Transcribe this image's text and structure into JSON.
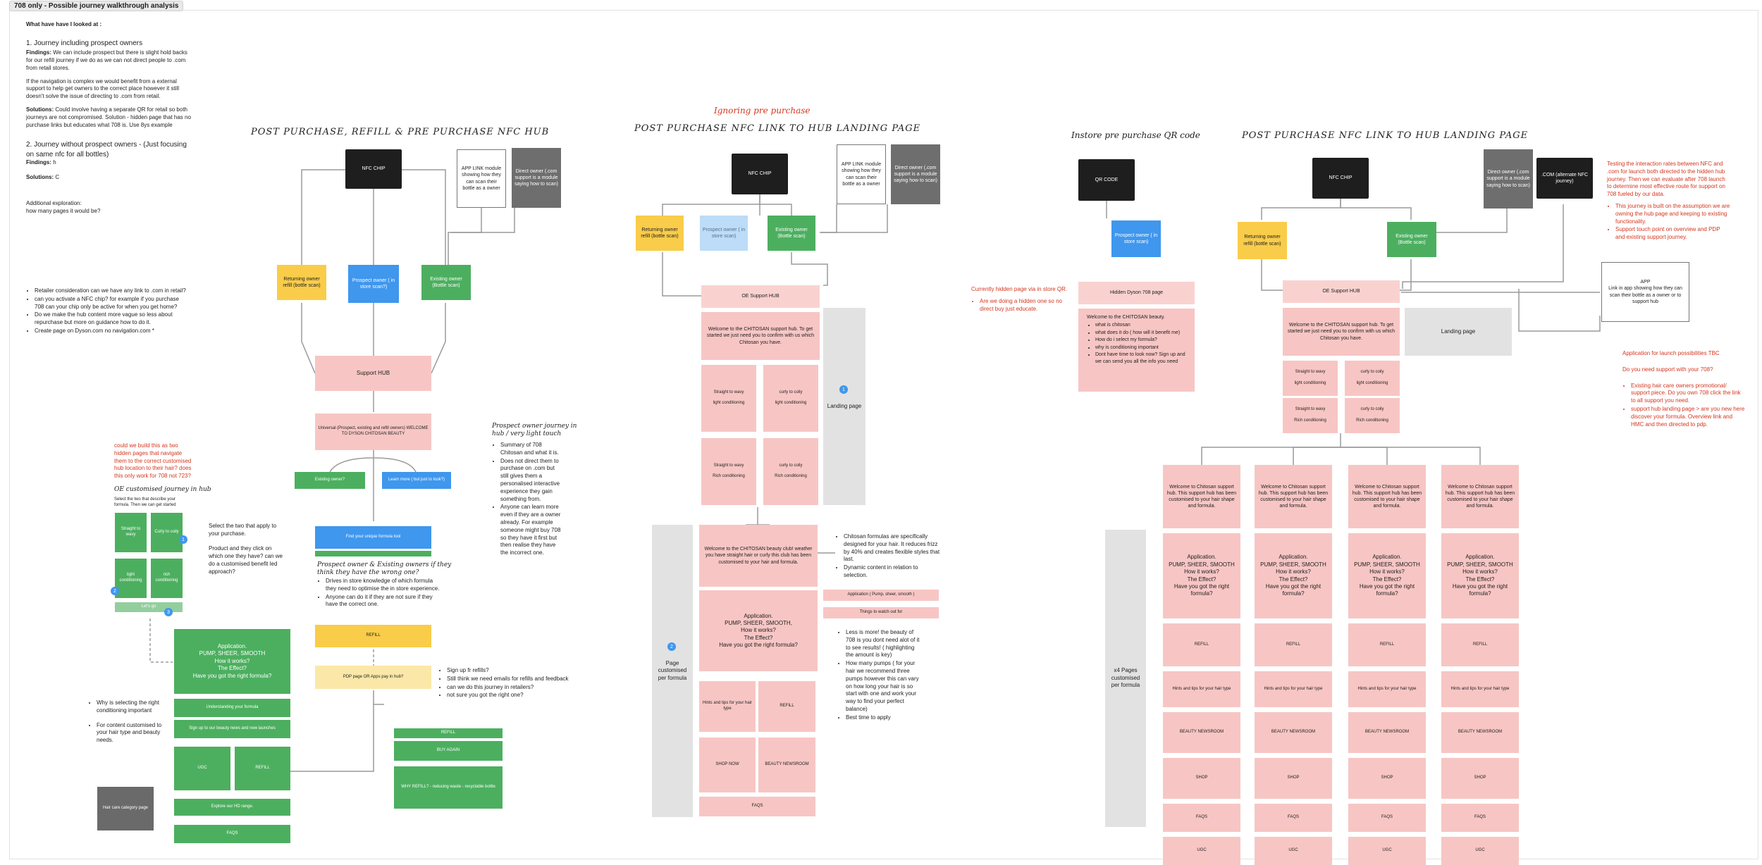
{
  "board_title": "708 only - Possible journey walkthrough analysis",
  "notes": {
    "heading": "What have have I looked at :",
    "j1_title": "1.  Journey including prospect owners",
    "j1_findings_label": "Findings:",
    "j1_findings": " We can include prospect but there is slight hold backs for our refill journey if we do as we can not direct people to .com from retail stores.",
    "j1_para2": "If the navigation is complex we would benefit from a external support to help get owners to the correct place however it still doesn't solve the issue of directing to .com from retail.",
    "j1_solutions_label": "Solutions:",
    "j1_solutions": " Could involve having a separate QR for retail so both journeys are not compromised. Solution - hidden page that has no purchase links but educates what 708 is. Use 8ys example",
    "j2_title": "2.  Journey without prospect owners - (Just focusing on same nfc for all bottles)",
    "j2_findings_label": "Findings:",
    "j2_findings": " h",
    "j2_solutions_label": "Solutions:",
    "j2_solutions": " C",
    "additional": "Additional exploration:",
    "additional_q": "how many pages it would be?",
    "bullets": [
      "Retailer consideration can we have any link to .com in retail?",
      "can you activate a NFC chip? for example if you purchase 708 can your chip only be active for when you get home?",
      "Do we make the hub content more vague so less about repurchase but more on guidance how to do it.",
      "Create page on Dyson.com no navigation.com *"
    ]
  },
  "section1": {
    "title": "POST PURCHASE, REFILL & PRE PURCHASE NFC HUB",
    "nfc_chip": "NFC CHIP",
    "app_link": "APP LINK module showing how they can scan their bottle as a owner",
    "direct_owner": "Direct owner (.com support is a module saying how to scan)",
    "returning_owner": "Returning owner refill (bottle scan)",
    "prospect_owner": "Prospect owner ( in store scan?)",
    "existing_owner": "Existing owner (Bottle scan)",
    "support_hub": "Support HUB",
    "universal": "Universal (Prospect, existing and refill owners) WELCOME TO DYSON CHITOSAN BEAUTY",
    "existing_q": "Existing owner?",
    "learn_more": "Learn more ( but just to look?)",
    "find_formula": "Find your unique formula tool",
    "refill": "REFILL",
    "pdp": "PDP page OR Apps pay in hub?",
    "refill2": "REFILL",
    "buy_again": "BUY AGAIN",
    "why_refill": "WHY REFILL? - reducing waste - recyclable bottle",
    "red_note": "could we build this as two hidden pages that navigate them to the correct customised hub location to their hair? does this only work for 708 not 723?",
    "oe_title": "OE customised journey in hub",
    "oe_sub": "Select the two that describe your formula. Then we can get started",
    "tile_straight": "Straight to wavy",
    "tile_curly": "Curly to coily",
    "tile_light": "light conditioning",
    "tile_rich": "rich conditioning",
    "lets_go": "Let's go",
    "select_text": "Select the two that apply to your purchase.\n\nProduct and they click on which one they have? can we do a customised benefit led approach?",
    "app_block": "Application.\nPUMP, SHEER, SMOOTH\nHow it works?\nThe Effect?\nHave you got the right formula?",
    "understanding": "Understanding your formula",
    "sign_up": "Sign up to our beauty news and new launches",
    "ugc": "UGC",
    "refill3": "REFILL",
    "explore": "Explore our HD range.",
    "faqs": "FAQS",
    "hair_care": "Hair care category page",
    "left_bullets": [
      "Why is selecting the right conditioning important",
      "For content customised to your hair type and beauty needs."
    ],
    "prospect_journey_title": "Prospect owner journey in hub / very light touch",
    "prospect_bullets": [
      "Summary of 708 Chitosan and what it is.",
      "Does not direct them to purchase on .com but still gives them a personalised interactive experience they gain something from.",
      "Anyone can learn more even if they are a owner already. For example someone might buy 708 so they have it first but then realise they have the incorrect one."
    ],
    "think_title": "Prospect owner & Existing owners if they think they have the wrong one?",
    "think_bullets": [
      "Drives in store knowledge of which formula they need to optimise the in store experience.",
      "Anyone can do it if they are not sure if they have the correct one."
    ],
    "signup_bullets": [
      "Sign up fr refills?",
      "Still think we need emails for refills and feedback",
      "can we do this journey in retailers?",
      "not sure you got the right one?"
    ]
  },
  "section2": {
    "ignoring": "Ignoring pre purchase",
    "title": "POST PURCHASE NFC LINK TO HUB LANDING PAGE",
    "nfc_chip": "NFC CHIP",
    "app_link": "APP LINK module showing how they can scan their bottle as a owner",
    "direct_owner": "Direct owner (.com support is a module saying how to scan)",
    "returning_owner": "Returning owner refill (bottle scan)",
    "prospect_owner": "Prospect owner ( in store scan)",
    "existing_owner": "Existing owner (Bottle scan)",
    "oe_hub": "OE Support HUB",
    "welcome": "Welcome to the CHITOSAN support hub. To get started we just need you to confirm with us which Chitosan you have.",
    "t1": "Straight to wavy\n\nlight conditioning",
    "t2": "curly to coily\n\nlight conditioning",
    "t3": "Straight to wavy\n\nRich conditioning",
    "t4": "curly to coily\n\nRich conditioning",
    "landing": "Landing page",
    "welcome2": "Welcome to the CHITOSAN beauty club! weather you have straight hair or curly this club has been customised to your hair and formula.",
    "application": "Application.\nPUMP, SHEER, SMOOTH,\nHow it works?\nThe Effect?\nHave you got the right formula?",
    "hints": "Hints and tips for your hair type",
    "refill": "REFILL",
    "shop_now": "SHOP NOW",
    "newsroom": "BEAUTY NEWSROOM",
    "faqs": "FAQS",
    "page_per_formula": "Page customised per formula",
    "right_bullets": [
      "Chitosan formulas are specifically designed for your hair. It reduces frizz by 40% and creates flexible styles that last.",
      "Dynamic content in relation to selection."
    ],
    "app_pill": "Application ( Pump, sheer, smooth )",
    "things_pill": "Things to watch out for",
    "less_more_bullets": [
      "Less is more! the beauty of 708 is you dont need alot of it to see results! ( highlighting the amount is key)",
      "How many pumps ( for your hair we recommend three pumps however this can vary on how long your hair is so start with one and work your way to find your perfect balance)",
      "Best time to apply"
    ]
  },
  "section3": {
    "title": "Instore pre purchase QR code",
    "qr": "QR CODE",
    "prospect": "Prospect owner ( in store scan)",
    "hidden_note": "Currently hidden page via in store QR.",
    "hidden_bullet": "Are we doing a hidden one so no direct buy just educate.",
    "hidden_page": "Hidden Dyson 708 page",
    "welcome_title": "Welcome to the CHITOSAN beauty.",
    "welcome_bullets": [
      "what is chitosan",
      "what does it do ( how will it benefit me)",
      "How do i select my formula?",
      "why is conditioning important",
      "Dont have time to look now? Sign up and we can send you all the info you need"
    ]
  },
  "section4": {
    "title": "POST PURCHASE NFC LINK TO HUB LANDING PAGE",
    "nfc_chip": "NFC CHIP",
    "direct_owner": "Direct owner (.com support is a module saying how to scan)",
    "com_alt": ".COM (alternate NFC journey)",
    "returning_owner": "Returning owner refill (bottle scan)",
    "existing_owner": "Existing owner (Bottle scan)",
    "oe_hub": "OE Support HUB",
    "welcome": "Welcome to the CHITOSAN support hub. To get started we just need you to confirm with us which Chitosan you have.",
    "landing": "Landing page",
    "t1": "Straight to wavy\n\nlight conditioning",
    "t2": "curly to coily\n\nlight conditioning",
    "t3": "Straight to wavy\n\nRich conditioning",
    "t4": "curly to coily\n\nRich conditioning",
    "app_box": "APP\nLink in app showing how they can scan their bottle as a owner or to support hub",
    "col_welcome": "Welcome to Chitosan support hub. This support hub has been customised to your hair shape and formula.",
    "col_application": "Application.\nPUMP, SHEER, SMOOTH\nHow it works?\nThe Effect?\nHave you got the right formula?",
    "col_refill": "REFILL",
    "col_hints": "Hints and tips for your hair type",
    "col_newsroom": "BEAUTY NEWSROOM",
    "col_shop": "SHOP",
    "col_faqs": "FAQS",
    "col_ugc": "UGC",
    "pages_label": "x4 Pages customised per formula",
    "testing_note": "Testing the interaction rates between NFC and .com for launch both directed to the hidden hub journey. Then we can evaluate after 708 launch to determine most effective route for support on 708 fueled by our data.",
    "testing_bullets": [
      "This journey is built on the assumption we are owning the hub page and keeping to existing functionality.",
      "Support touch point on overview and PDP and existing support journey."
    ],
    "launch_title": "Application for launch possibilities TBC",
    "launch_q": "Do you need support with your 708?",
    "launch_bullets": [
      "Existing hair care owners promotional/ support piece. Do you own 708 click the link to all support you need.",
      "support hub landing page > are you new here discover your formula. Overview link and HMC and then directed to pdp."
    ]
  }
}
